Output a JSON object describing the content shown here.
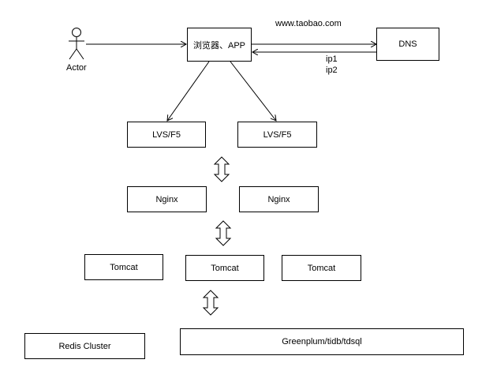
{
  "actor": {
    "label": "Actor"
  },
  "url_label": "www.taobao.com",
  "ip_labels": [
    "ip1",
    "ip2"
  ],
  "nodes": {
    "browser": "浏览器、APP",
    "dns": "DNS",
    "lvs_left": "LVS/F5",
    "lvs_right": "LVS/F5",
    "nginx_left": "Nginx",
    "nginx_right": "Nginx",
    "tomcat_left": "Tomcat",
    "tomcat_middle": "Tomcat",
    "tomcat_right": "Tomcat",
    "redis": "Redis Cluster",
    "database": "Greenplum/tidb/tdsql"
  },
  "colors": {
    "line": "#000000",
    "box_fill": "#ffffff",
    "background": "#ffffff"
  }
}
